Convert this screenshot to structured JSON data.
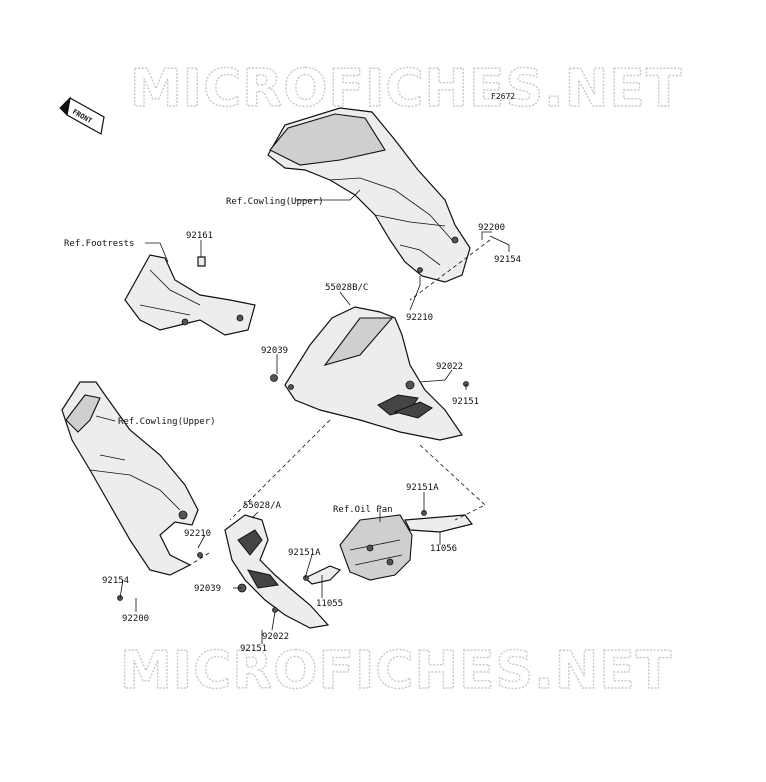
{
  "watermark": "MICROFICHES.NET",
  "figure_code": "F2672",
  "front_indicator": "FRONT",
  "callouts": {
    "ref_cowling_upper_top": "Ref.Cowling(Upper)",
    "ref_cowling_upper_left": "Ref.Cowling(Upper)",
    "ref_footrests": "Ref.Footrests",
    "ref_oil_pan": "Ref.Oil Pan",
    "p92161": "92161",
    "p92200_right": "92200",
    "p92154_right": "92154",
    "p55028bc": "55028B/C",
    "p92210_mid": "92210",
    "p92039_mid": "92039",
    "p92022_right": "92022",
    "p92151_right": "92151",
    "p92151a_right": "92151A",
    "p11056": "11056",
    "p55028a": "55028/A",
    "p92210_left": "92210",
    "p92151a_mid": "92151A",
    "p11055": "11055",
    "p92154_left": "92154",
    "p92039_low": "92039",
    "p92200_left": "92200",
    "p92022_low": "92022",
    "p92151_low": "92151"
  }
}
